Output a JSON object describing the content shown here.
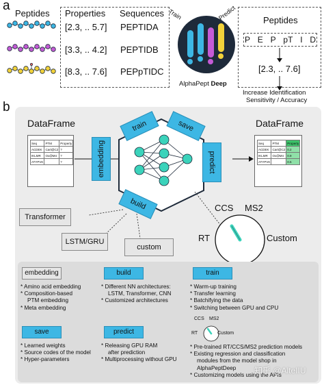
{
  "panel_a": {
    "label": "a",
    "peptides_header": "Peptides",
    "properties_header": "Properties",
    "sequences_header": "Sequences",
    "rows": [
      {
        "properties": "[2.3, .. 5.7]",
        "sequence": "PEPTIDA"
      },
      {
        "properties": "[3.3, .. 4.2]",
        "sequence": "PEPTIDB"
      },
      {
        "properties": "[8.3, .. 7.6]",
        "sequence": "PEPpTIDC"
      }
    ],
    "train_label": "Train",
    "predict_label": "Predict",
    "logo_text": "AlphaPept",
    "logo_bold": "Deep",
    "right_peptides_header": "Peptides",
    "right_sequence_chars": [
      "P",
      "E",
      "P",
      "pT",
      "I",
      "D"
    ],
    "right_output": "[2.3, .. 7.6]",
    "increase_text_1": "Increase Identification",
    "increase_text_2": "Sensitivity / Accuracy",
    "colors": {
      "cyan": "#3db7e4",
      "purple": "#c55bd6",
      "yellow": "#f2d23a",
      "dark": "#1e2a3a"
    }
  },
  "panel_b": {
    "label": "b",
    "dataframe_left": "DataFrame",
    "dataframe_right": "DataFrame",
    "left_table": {
      "headers": [
        "Seq",
        "PTM",
        "Property"
      ],
      "rows": [
        [
          "ACDEK",
          "Cart@C2",
          "?"
        ],
        [
          "IKLMR",
          "Ox@M4",
          "?"
        ],
        [
          "ATYPVK",
          "",
          "?"
        ]
      ]
    },
    "right_table": {
      "headers": [
        "Seq",
        "PTM",
        "Property"
      ],
      "rows": [
        [
          "ACDEK",
          "Cart@C2",
          "0.2"
        ],
        [
          "IKLMR",
          "Ox@M4",
          "0.9"
        ],
        [
          "ATYPVK",
          "",
          "0.5"
        ]
      ]
    },
    "embedding": "embedding",
    "train": "train",
    "save": "save",
    "predict": "predict",
    "build": "build",
    "transformer": "Transformer",
    "lstm": "LSTM/GRU",
    "custom": "custom",
    "dial": {
      "ccs": "CCS",
      "ms2": "MS2",
      "rt": "RT",
      "custom": "Custom"
    }
  },
  "legend": {
    "embedding": {
      "title": "embedding",
      "items": [
        "Amino acid embedding",
        "Composition-based",
        "PTM embedding",
        "Meta embedding"
      ]
    },
    "build": {
      "title": "build",
      "items": [
        "Different NN architectures:",
        "LSTM, Transformer, CNN",
        "Customized architectures"
      ]
    },
    "train": {
      "title": "train",
      "items": [
        "Warm-up training",
        "Transfer learning",
        "Batchifying the data",
        "Switching between GPU and CPU"
      ]
    },
    "save": {
      "title": "save",
      "items": [
        "Learned weights",
        "Source codes of the model",
        "Hyper-parameters"
      ]
    },
    "predict": {
      "title": "predict",
      "items": [
        "Releasing GPU RAM",
        "after prediction",
        "Multiprocessing without GPU"
      ]
    },
    "dial_small": {
      "ccs": "CCS",
      "ms2": "MS2",
      "rt": "RT",
      "custom": "Custom"
    },
    "extra_items": [
      "Pre-trained RT/CCS/MS2 prediction models",
      "Existing regression and classification",
      "modules from the model shop in",
      "AlphaPeptDeep",
      "Customizing models using the APIs"
    ],
    "watermark": "知乎 @AlteIIU"
  }
}
